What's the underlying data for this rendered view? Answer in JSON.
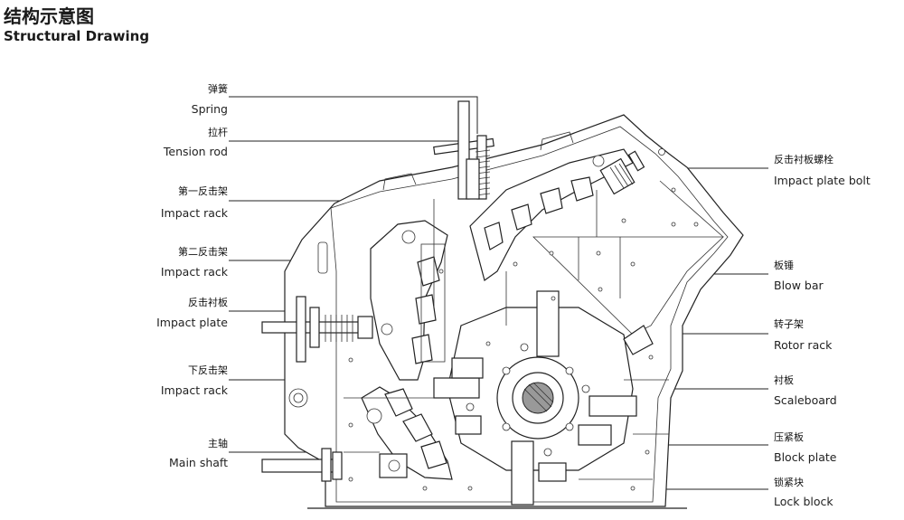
{
  "header": {
    "title_cn": "结构示意图",
    "title_en": "Structural Drawing"
  },
  "labels_left": [
    {
      "cn": "弹簧",
      "en": "Spring"
    },
    {
      "cn": "拉杆",
      "en": "Tension rod"
    },
    {
      "cn": "第一反击架",
      "en": "Impact rack"
    },
    {
      "cn": "第二反击架",
      "en": "Impact rack"
    },
    {
      "cn": "反击衬板",
      "en": "Impact plate"
    },
    {
      "cn": "下反击架",
      "en": "Impact rack"
    },
    {
      "cn": "主轴",
      "en": "Main shaft"
    }
  ],
  "labels_right": [
    {
      "cn": "反击衬板螺栓",
      "en": "Impact plate bolt"
    },
    {
      "cn": "板锤",
      "en": "Blow bar"
    },
    {
      "cn": "转子架",
      "en": "Rotor rack"
    },
    {
      "cn": "衬板",
      "en": "Scaleboard"
    },
    {
      "cn": "压紧板",
      "en": "Block plate"
    },
    {
      "cn": "锁紧块",
      "en": "Lock block"
    }
  ]
}
